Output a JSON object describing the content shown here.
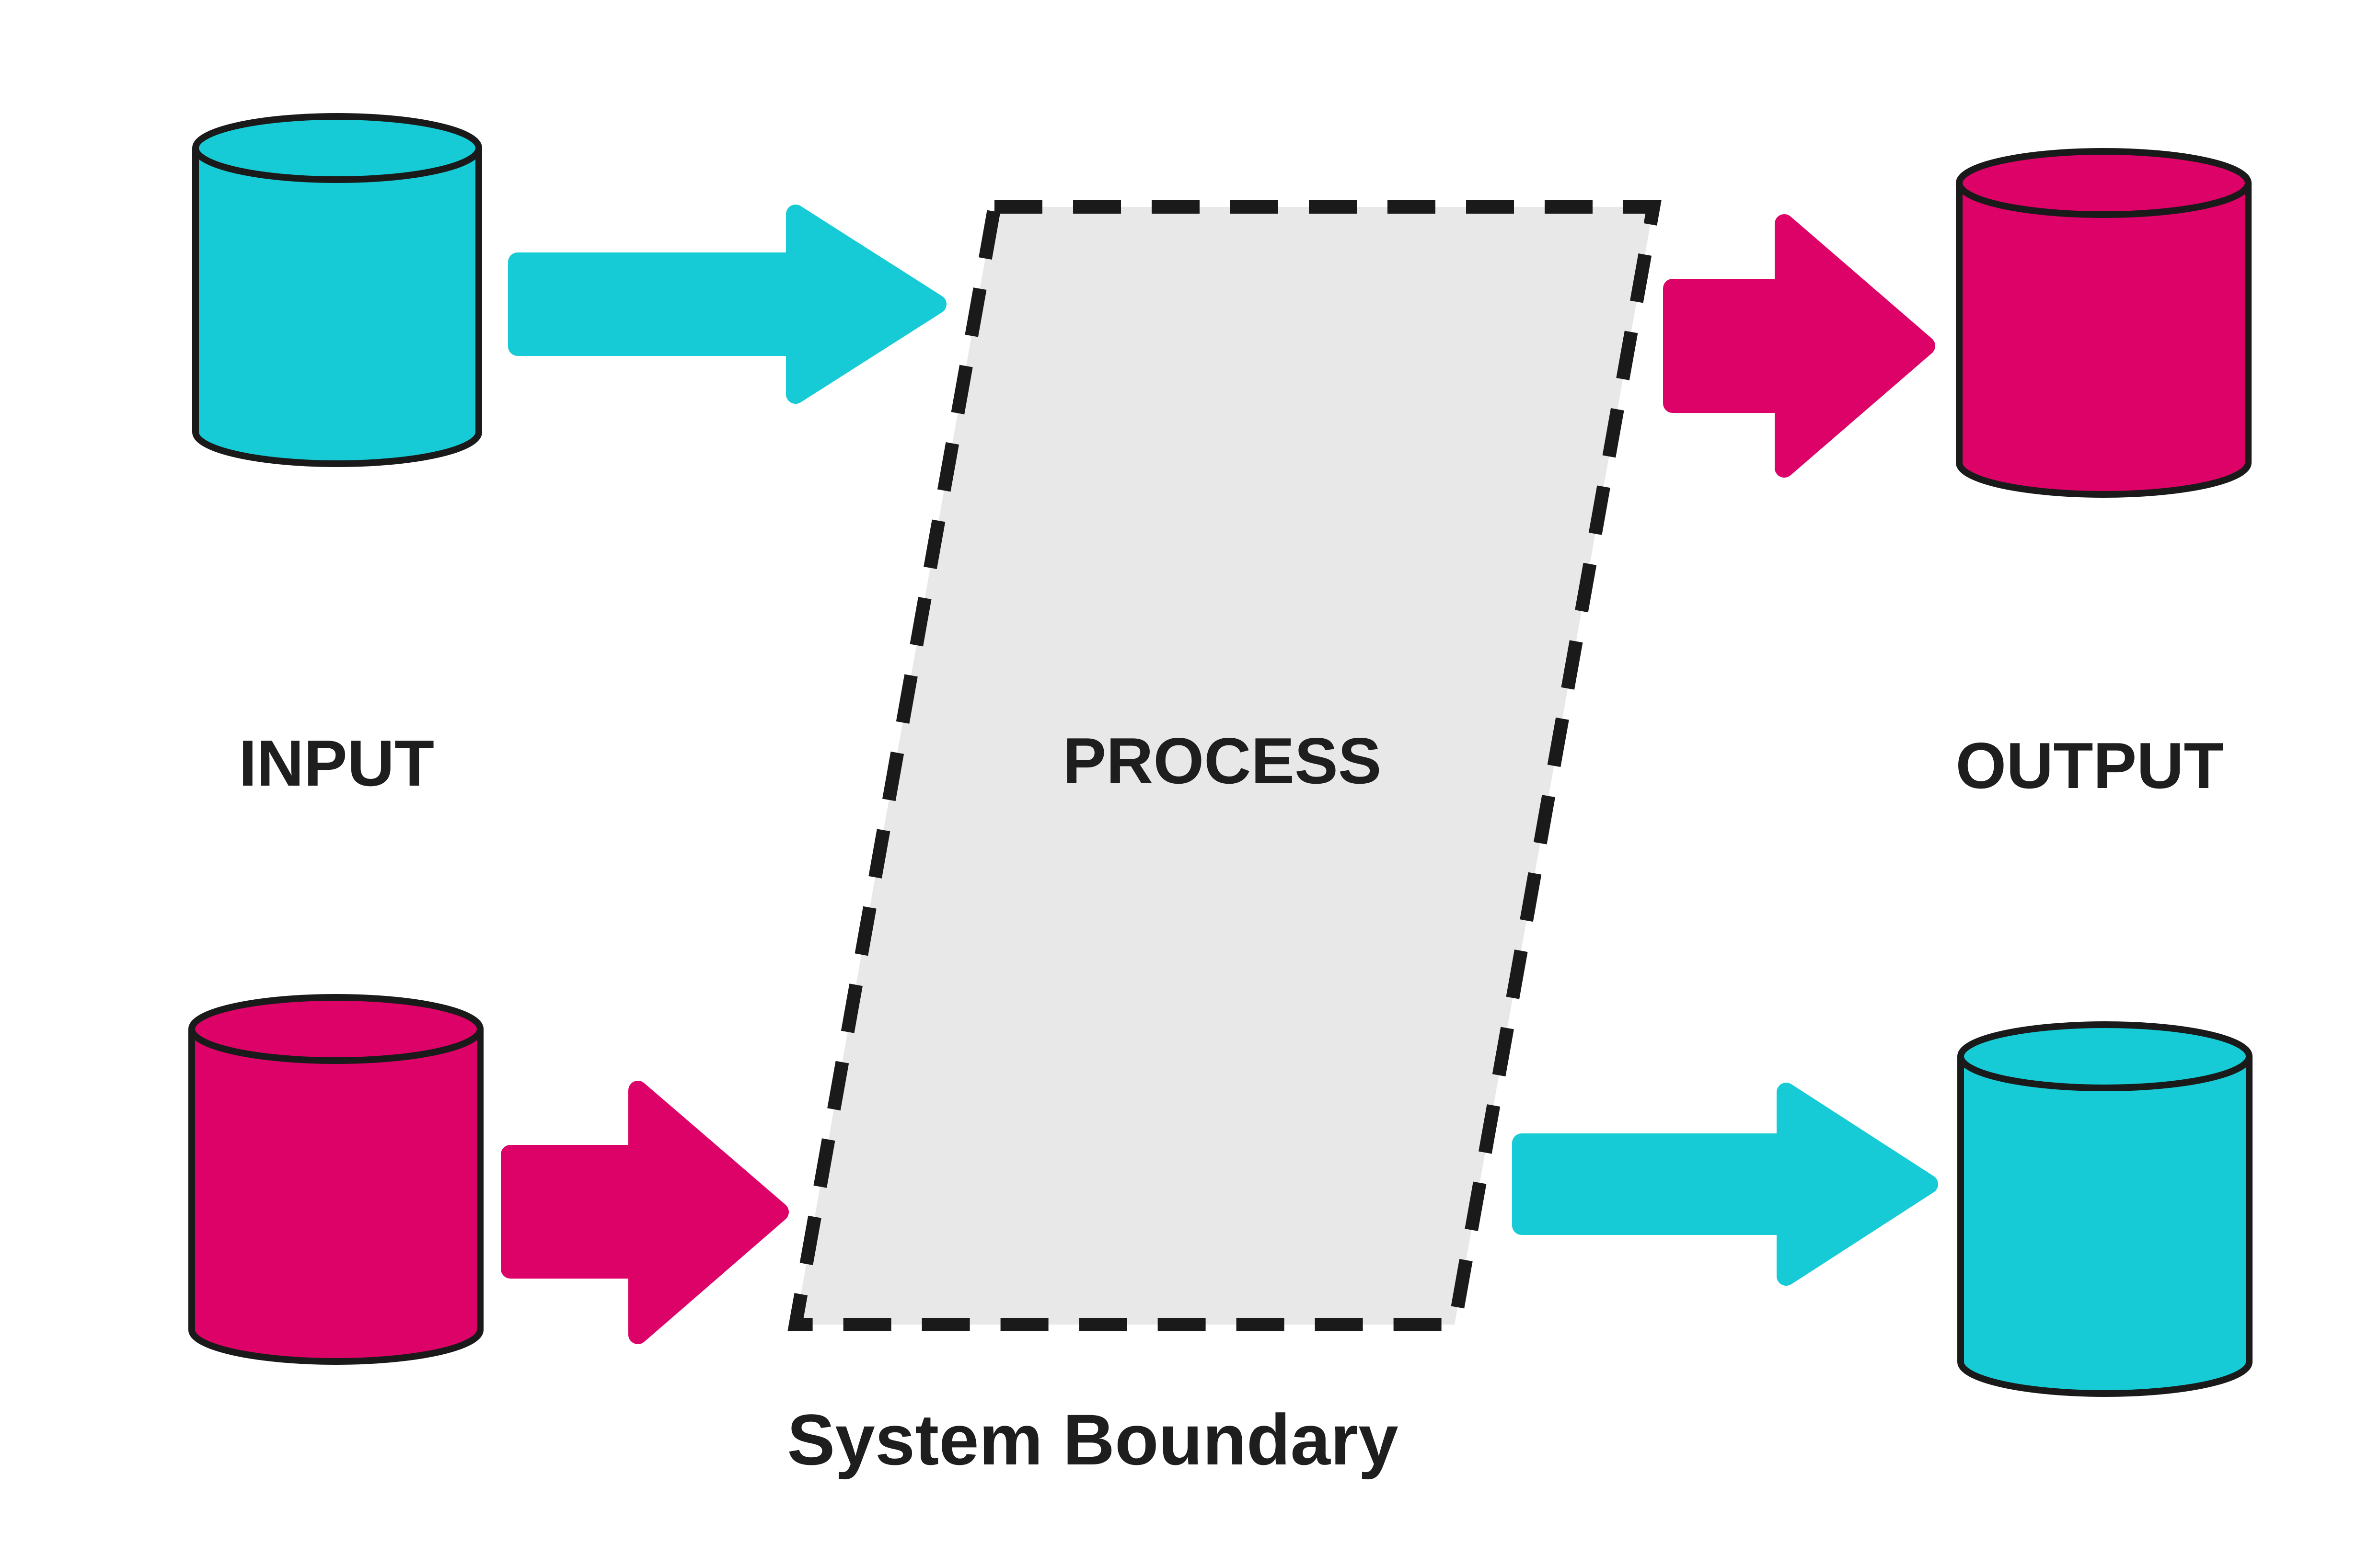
{
  "title": "Input Process Output system diagram",
  "labels": {
    "input": "INPUT",
    "process": "PROCESS",
    "output": "OUTPUT",
    "system_boundary": "System Boundary"
  },
  "colors": {
    "cyan": "#16CBD5",
    "pink": "#DC0267",
    "process_fill": "#E8E8E8",
    "outline": "#1A1A1A",
    "dash": "#1A1A1A",
    "text": "#1E1E1E",
    "background": "#FFFFFF"
  },
  "nodes": [
    {
      "id": "input-cylinder-top",
      "type": "cylinder",
      "column": "input",
      "row": "top",
      "color_key": "cyan"
    },
    {
      "id": "input-cylinder-bottom",
      "type": "cylinder",
      "column": "input",
      "row": "bottom",
      "color_key": "pink"
    },
    {
      "id": "process-parallelogram",
      "type": "dashed-parallelogram",
      "column": "process",
      "color_key": "process_fill"
    },
    {
      "id": "output-cylinder-top",
      "type": "cylinder",
      "column": "output",
      "row": "top",
      "color_key": "pink"
    },
    {
      "id": "output-cylinder-bottom",
      "type": "cylinder",
      "column": "output",
      "row": "bottom",
      "color_key": "cyan"
    }
  ],
  "arrows": [
    {
      "id": "arrow-input-top",
      "from": "input-cylinder-top",
      "to": "process-parallelogram",
      "direction": "right",
      "color_key": "cyan"
    },
    {
      "id": "arrow-output-top",
      "from": "process-parallelogram",
      "to": "output-cylinder-top",
      "direction": "right",
      "color_key": "pink"
    },
    {
      "id": "arrow-input-bottom",
      "from": "input-cylinder-bottom",
      "to": "process-parallelogram",
      "direction": "right",
      "color_key": "pink"
    },
    {
      "id": "arrow-output-bottom",
      "from": "process-parallelogram",
      "to": "output-cylinder-bottom",
      "direction": "right",
      "color_key": "cyan"
    }
  ]
}
